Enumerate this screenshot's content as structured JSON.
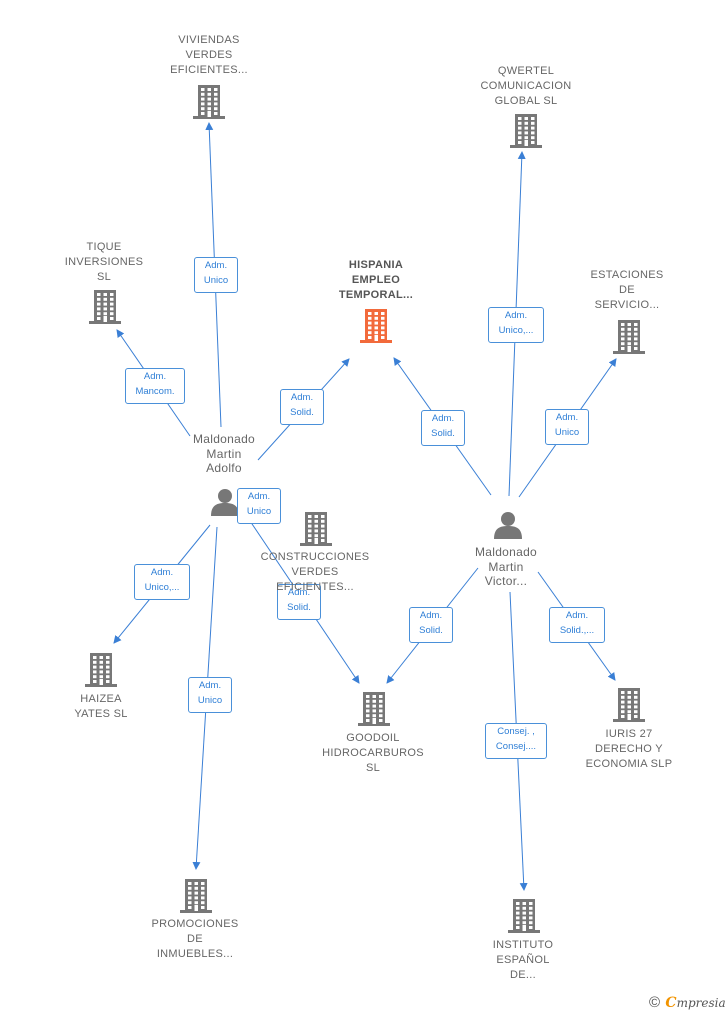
{
  "colors": {
    "edge": "#3a7fd5",
    "building": "#777777",
    "building_main": "#f26a3b",
    "person": "#777777"
  },
  "nodes": [
    {
      "id": "viviendas",
      "type": "company",
      "label": "VIVIENDAS\nVERDES\nEFICIENTES..."
    },
    {
      "id": "qwertel",
      "type": "company",
      "label": "QWERTEL\nCOMUNICACION\nGLOBAL SL"
    },
    {
      "id": "tique",
      "type": "company",
      "label": "TIQUE\nINVERSIONES\nSL"
    },
    {
      "id": "hispania",
      "type": "company-main",
      "label": "HISPANIA\nEMPLEO\nTEMPORAL..."
    },
    {
      "id": "estaciones",
      "type": "company",
      "label": "ESTACIONES\nDE\nSERVICIO..."
    },
    {
      "id": "adolfo",
      "type": "person",
      "label": "Maldonado\nMartin\nAdolfo"
    },
    {
      "id": "construcciones",
      "type": "company",
      "label": "CONSTRUCCIONES\nVERDES\nEFICIENTES..."
    },
    {
      "id": "victor",
      "type": "person",
      "label": "Maldonado\nMartin\nVictor..."
    },
    {
      "id": "haizea",
      "type": "company",
      "label": "HAIZEA\nYATES  SL"
    },
    {
      "id": "goodoil",
      "type": "company",
      "label": "GOODOIL\nHIDROCARBUROS\nSL"
    },
    {
      "id": "iuris",
      "type": "company",
      "label": "IURIS 27\nDERECHO Y\nECONOMIA  SLP"
    },
    {
      "id": "promociones",
      "type": "company",
      "label": "PROMOCIONES\nDE\nINMUEBLES..."
    },
    {
      "id": "instituto",
      "type": "company",
      "label": "INSTITUTO\nESPAÑOL\nDE..."
    }
  ],
  "edges": [
    {
      "from": "adolfo",
      "to": "viviendas",
      "label": "Adm.\nUnico"
    },
    {
      "from": "adolfo",
      "to": "tique",
      "label": "Adm.\nMancom."
    },
    {
      "from": "adolfo",
      "to": "hispania",
      "label": "Adm.\nSolid."
    },
    {
      "from": "adolfo",
      "to": "construcciones",
      "label": "Adm.\nUnico"
    },
    {
      "from": "adolfo",
      "to": "haizea",
      "label": "Adm.\nUnico,..."
    },
    {
      "from": "adolfo",
      "to": "goodoil",
      "label": "Adm.\nSolid."
    },
    {
      "from": "adolfo",
      "to": "promociones",
      "label": "Adm.\nUnico"
    },
    {
      "from": "victor",
      "to": "qwertel",
      "label": "Adm.\nUnico,..."
    },
    {
      "from": "victor",
      "to": "hispania",
      "label": "Adm.\nSolid."
    },
    {
      "from": "victor",
      "to": "estaciones",
      "label": "Adm.\nUnico"
    },
    {
      "from": "victor",
      "to": "goodoil",
      "label": "Adm.\nSolid."
    },
    {
      "from": "victor",
      "to": "iuris",
      "label": "Adm.\nSolid.,..."
    },
    {
      "from": "victor",
      "to": "instituto",
      "label": "Consej. ,\nConsej...."
    }
  ],
  "brand": {
    "copyright": "©",
    "initial": "C",
    "name": "mpresia"
  }
}
